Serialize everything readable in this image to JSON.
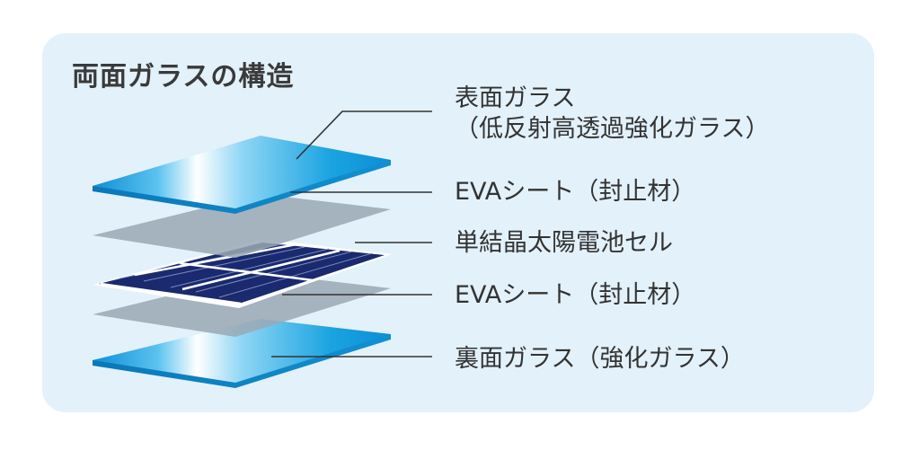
{
  "title": "両面ガラスの構造",
  "layers": {
    "front_glass": {
      "line1": "表面ガラス",
      "line2": "（低反射高透過強化ガラス）"
    },
    "eva_top": {
      "label": "EVAシート（封止材）"
    },
    "solar_cell": {
      "label": "単結晶太陽電池セル"
    },
    "eva_bottom": {
      "label": "EVAシート（封止材）"
    },
    "back_glass": {
      "label": "裏面ガラス（強化ガラス）"
    }
  },
  "colors": {
    "panel_background": "#e3f1fa",
    "glass_blue": "#1aa3e0",
    "eva_gray": "#9aa8b4",
    "cell_navy": "#1b2a6e",
    "leader_line": "#333333"
  }
}
